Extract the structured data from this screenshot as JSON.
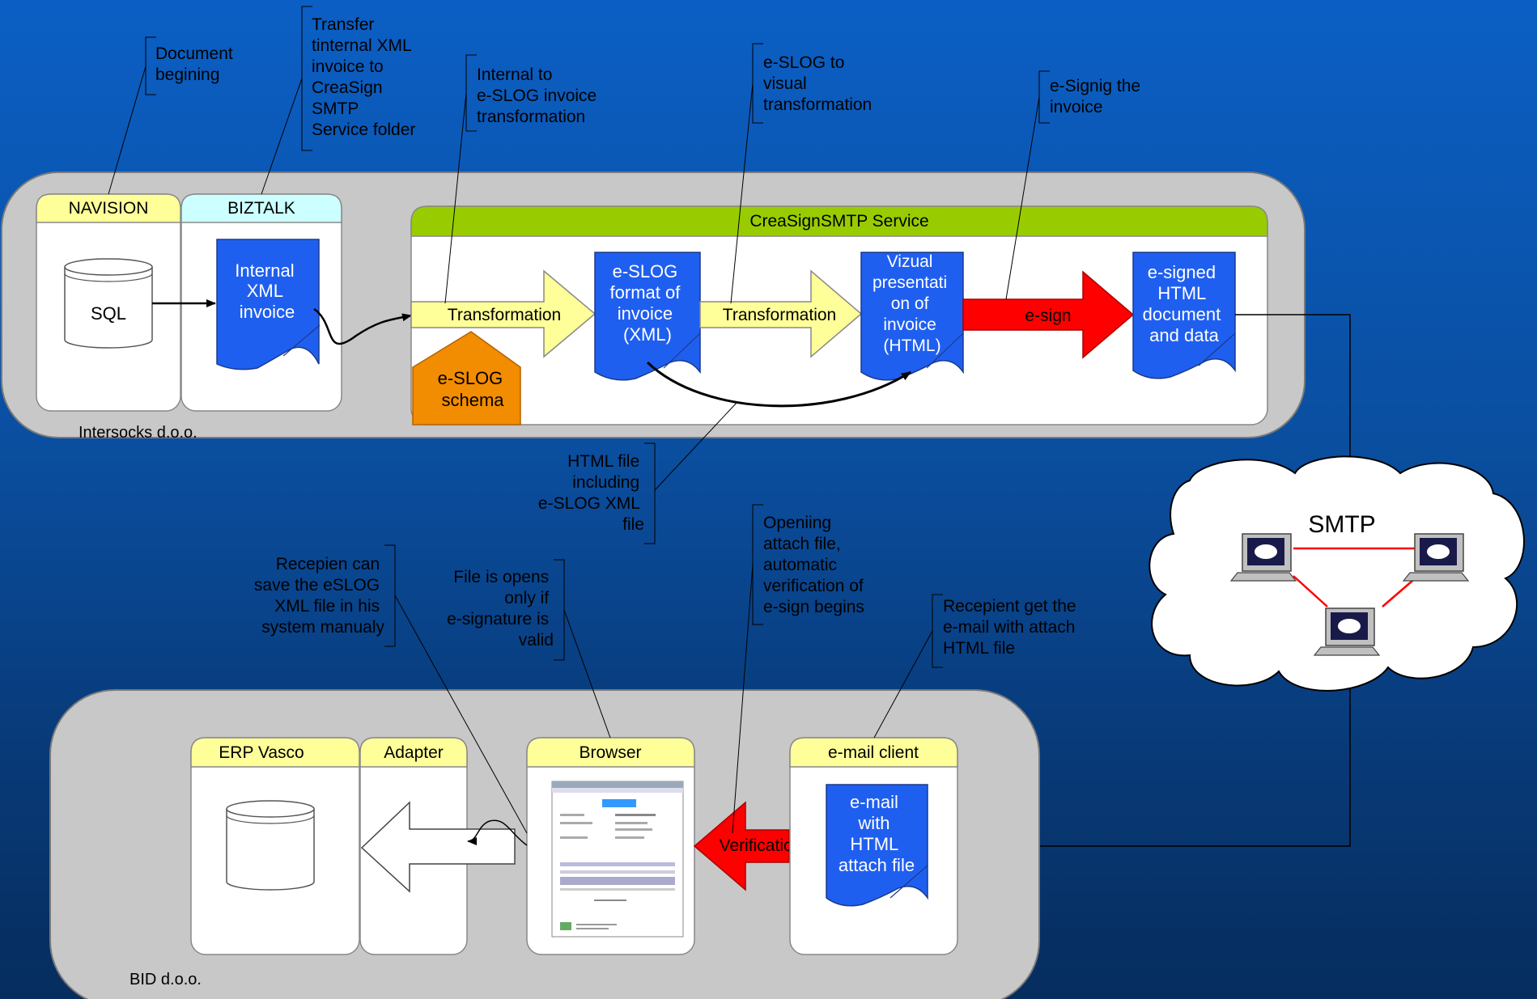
{
  "colors": {
    "background_top": "#0b5fc4",
    "background_bottom": "#062d5e",
    "panel": "#c8c8c8",
    "doc_blue": "#1f5ff0",
    "arrow_yellow": "#ffff99",
    "arrow_red": "#ff0000",
    "header_yellow": "#ffff99",
    "header_cyan": "#ccffff",
    "header_green": "#99cc00",
    "schema_orange": "#f28c00"
  },
  "orgs": {
    "top": "Intersocks d.o.o.",
    "bottom": "BID d.o.o."
  },
  "lanes": {
    "navision": "NAVISION",
    "biztalk": "BIZTALK",
    "service": "CreaSignSMTP Service",
    "erp": "ERP Vasco",
    "adapter": "Adapter",
    "browser": "Browser",
    "email_client": "e-mail client"
  },
  "db": {
    "sql": "SQL"
  },
  "docs": {
    "internal_xml": [
      "Internal",
      "XML",
      "invoice"
    ],
    "eslog_format": [
      "e-SLOG",
      "format of",
      "invoice",
      "(XML)"
    ],
    "vizual": [
      "Vizual",
      "presentati",
      "on of",
      "invoice",
      "(HTML)"
    ],
    "esigned": [
      "e-signed",
      "HTML",
      "document",
      "and data"
    ],
    "email": [
      "e-mail",
      "with",
      "HTML",
      "attach file"
    ]
  },
  "schema": [
    "e-SLOG",
    "schema"
  ],
  "arrows": {
    "transformation1": "Transformation",
    "transformation2": "Transformation",
    "esign": "e-sign",
    "verification": "Verification"
  },
  "cloud": {
    "label": "SMTP"
  },
  "callouts": {
    "document_begining": [
      "Document",
      "begining"
    ],
    "transfer": [
      "Transfer",
      "tinternal XML",
      "invoice to",
      "CreaSign",
      "SMTP",
      "Service folder"
    ],
    "internal_to_eslog": [
      "Internal to",
      "e-SLOG  invoice",
      "transformation"
    ],
    "eslog_to_visual": [
      "e-SLOG to",
      "visual",
      "transformation"
    ],
    "esigning": [
      "e-Signig  the",
      "invoice"
    ],
    "html_file": [
      "HTML file",
      "including",
      "e-SLOG XML",
      "file"
    ],
    "opening": [
      "Openiing",
      "attach file,",
      "automatic",
      "verification of",
      "e-sign begins"
    ],
    "recepient_get": [
      "Recepient get the",
      "e-mail with attach",
      "HTML file"
    ],
    "recepien_save": [
      "Recepien can",
      "save the eSLOG",
      "XML file in his",
      "system manualy"
    ],
    "file_opens": [
      "File is opens",
      "only if",
      "e-signature is",
      "valid"
    ]
  },
  "icons": [
    "database-icon",
    "computer-icon",
    "browser-screenshot-icon",
    "hollow-arrow-icon"
  ]
}
